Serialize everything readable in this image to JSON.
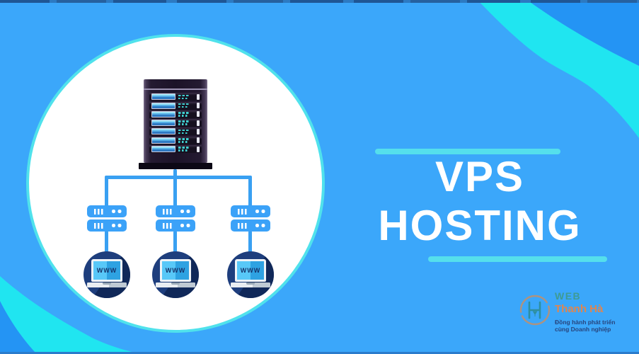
{
  "background": {
    "base_color": "#3BA7FA",
    "corner_color": "#2494F4",
    "swoosh_color": "#20E5F0",
    "edge_strip_color": "#2B7CCC"
  },
  "title": {
    "line1": "VPS",
    "line2": "HOSTING",
    "text_color": "#FFFFFF",
    "rule_color": "#55DFEC"
  },
  "diagram": {
    "panel_ring_color": "#50E2EC",
    "connector_color": "#39A0F2",
    "vps_node_color": "#3BA2F8",
    "client_circle_color": "#1E3E7D",
    "rack": {
      "units": 7
    },
    "nodes": [
      {
        "client_label": "WWW"
      },
      {
        "client_label": "WWW"
      },
      {
        "client_label": "WWW"
      }
    ]
  },
  "logo": {
    "brand_top": "WEB",
    "brand_bottom": "Thanh Hà",
    "tagline_line1": "Đồng hành phát triển",
    "tagline_line2": "cùng Doanh nghiệp",
    "brand_top_color": "#3E9B93",
    "brand_bottom_color": "#E0854F",
    "tagline_color": "#27457E"
  }
}
